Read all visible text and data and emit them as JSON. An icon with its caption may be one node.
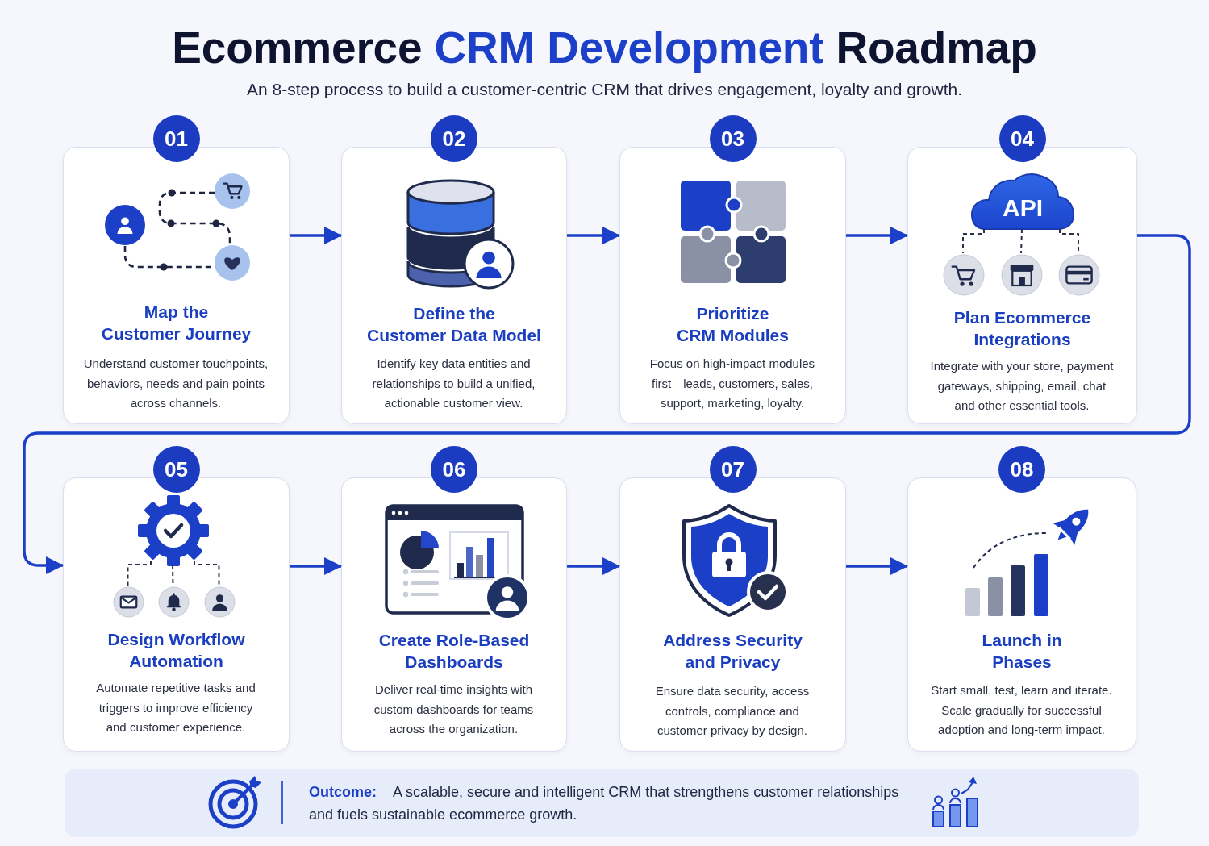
{
  "diagram": {
    "title": "Ecommerce CRM Development Roadmap",
    "nodes": [
      {
        "text": [
          "01",
          "Map the Customer Journey",
          "Understand customer touchpoints, behaviors, needs and pain points across channels."
        ]
      },
      {
        "text": [
          "02",
          "Define the Customer Data Model",
          "Identify key data entities and relationships to build a unified, actionable customer view."
        ]
      },
      {
        "text": [
          "03",
          "Prioritize CRM Modules",
          "Focus on high-impact modules first—leads, customers, sales, support, marketing, loyalty."
        ]
      },
      {
        "text": [
          "04",
          "Plan Ecommerce Integrations",
          "Integrate with your store, payment gateways, shipping, email, chat and other essential tools."
        ]
      },
      {
        "text": [
          "API"
        ],
        "in": 3
      },
      {
        "text": [],
        "shape": "circle",
        "in": 3
      },
      {
        "text": [],
        "shape": "circle",
        "in": 3
      },
      {
        "text": [],
        "shape": "circle",
        "in": 3
      },
      {
        "text": [
          "05",
          "Design Workflow Automation",
          "Automate repetitive tasks and triggers to improve efficiency and customer experience."
        ]
      },
      {
        "text": [],
        "shape": "gear",
        "in": 8
      },
      {
        "text": [],
        "shape": "circle",
        "in": 8
      },
      {
        "text": [],
        "shape": "circle",
        "in": 8
      },
      {
        "text": [],
        "shape": "circle",
        "in": 8
      },
      {
        "text": [
          "06",
          "Create Role-Based Dashboards",
          "Deliver real-time insights with custom dashboards for teams across the organization."
        ]
      },
      {
        "text": [
          "07",
          "Address Security and Privacy",
          "Ensure data security, access controls, compliance and customer privacy by design."
        ]
      },
      {
        "text": [
          "08",
          "Launch in Phases",
          "Start small, test, learn and iterate. Scale gradually for successful adoption and long-term impact."
        ]
      },
      {
        "text": [
          "**Outcome:** A scalable, secure and intelligent CRM that strengthens customer relationships and fuels sustainable ecommerce growth."
        ]
      }
    ],
    "edges": [
      {
        "from": 0,
        "to": 1,
        "arrow": "to"
      },
      {
        "from": 1,
        "to": 2,
        "arrow": "to"
      },
      {
        "from": 2,
        "to": 3,
        "arrow": "to"
      },
      {
        "from": 3,
        "to": 8,
        "arrow": "to"
      },
      {
        "from": 8,
        "to": 13,
        "arrow": "to"
      },
      {
        "from": 13,
        "to": 14,
        "arrow": "to"
      },
      {
        "from": 14,
        "to": 15,
        "arrow": "to"
      },
      {
        "from": 4,
        "to": 5,
        "arrow": "none",
        "style": "dashed",
        "color": "#2b3148"
      },
      {
        "from": 4,
        "to": 6,
        "arrow": "none",
        "style": "dashed",
        "color": "#2b3148"
      },
      {
        "from": 4,
        "to": 7,
        "arrow": "none",
        "style": "dashed",
        "color": "#2b3148"
      },
      {
        "from": 9,
        "to": 10,
        "arrow": "none",
        "style": "dashed",
        "color": "#2b3148"
      },
      {
        "from": 9,
        "to": 11,
        "arrow": "none",
        "style": "dashed",
        "color": "#2b3148"
      },
      {
        "from": 9,
        "to": 12,
        "arrow": "none",
        "style": "dashed",
        "color": "#2b3148"
      }
    ],
    "labels": [
      "An 8-step process to build a customer-centric CRM that drives engagement, loyalty and growth."
    ]
  }
}
